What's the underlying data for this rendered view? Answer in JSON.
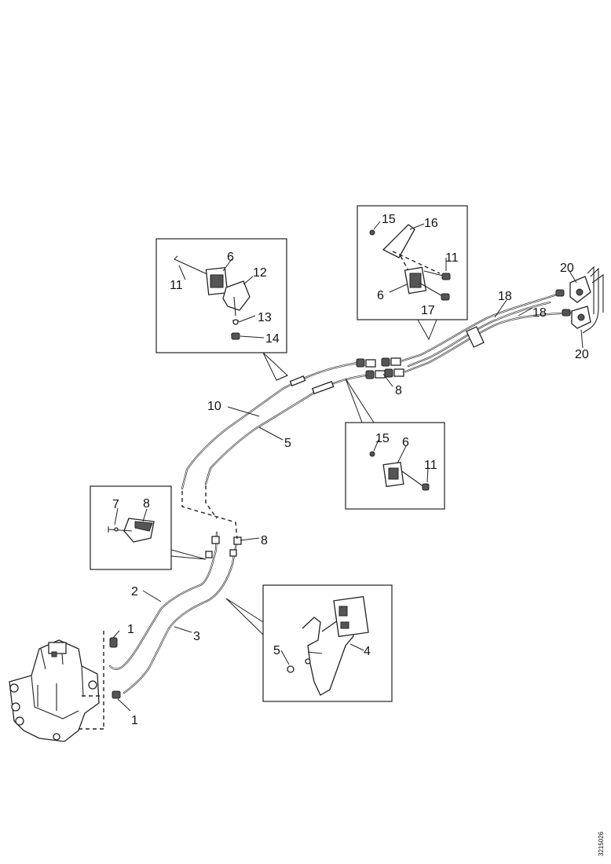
{
  "diagram": {
    "drawing_code": "3215026",
    "callouts": {
      "main": [
        "1",
        "1",
        "2",
        "3",
        "8",
        "10",
        "5",
        "8",
        "18",
        "18",
        "20",
        "20"
      ],
      "inset_top_left": [
        "11",
        "6",
        "12",
        "13",
        "14"
      ],
      "inset_top_right": [
        "15",
        "16",
        "11",
        "6",
        "17"
      ],
      "inset_mid_right": [
        "15",
        "6",
        "11"
      ],
      "inset_left": [
        "7",
        "8"
      ],
      "inset_bottom": [
        "5",
        "4"
      ]
    }
  }
}
